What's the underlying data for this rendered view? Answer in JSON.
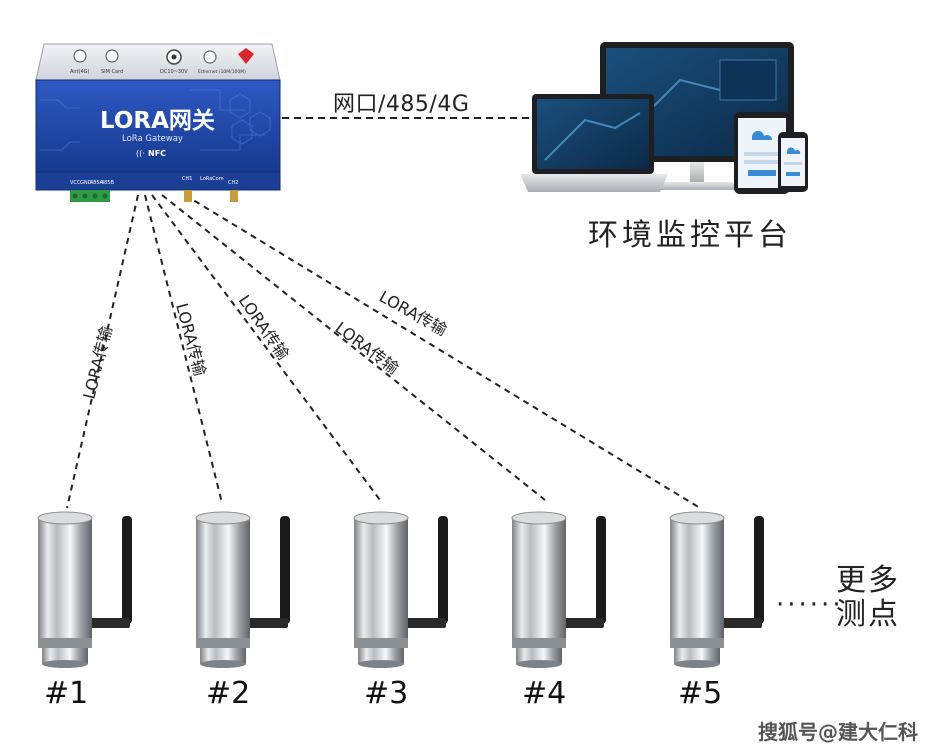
{
  "gateway": {
    "title": "LORA网关",
    "subtitle": "LoRa Gateway",
    "nfc": "NFC",
    "ports_top": [
      "Ant(4G)",
      "SIM Card",
      "DC10~30V",
      "Ethernet (10M/100M)"
    ],
    "ports_bottom": [
      "VCC",
      "GND",
      "485A",
      "485B",
      "CH1",
      "LoRaCom",
      "CH2"
    ],
    "brand_color": "#1e3f9a"
  },
  "connection_label": "网口/485/4G",
  "platform_label": "环境监控平台",
  "lora_link_label": "LORA传输",
  "nodes": [
    {
      "label": "#1"
    },
    {
      "label": "#2"
    },
    {
      "label": "#3"
    },
    {
      "label": "#4"
    },
    {
      "label": "#5"
    }
  ],
  "more_label": [
    "更多",
    "测点"
  ],
  "watermark": "搜狐号@建大仁科"
}
